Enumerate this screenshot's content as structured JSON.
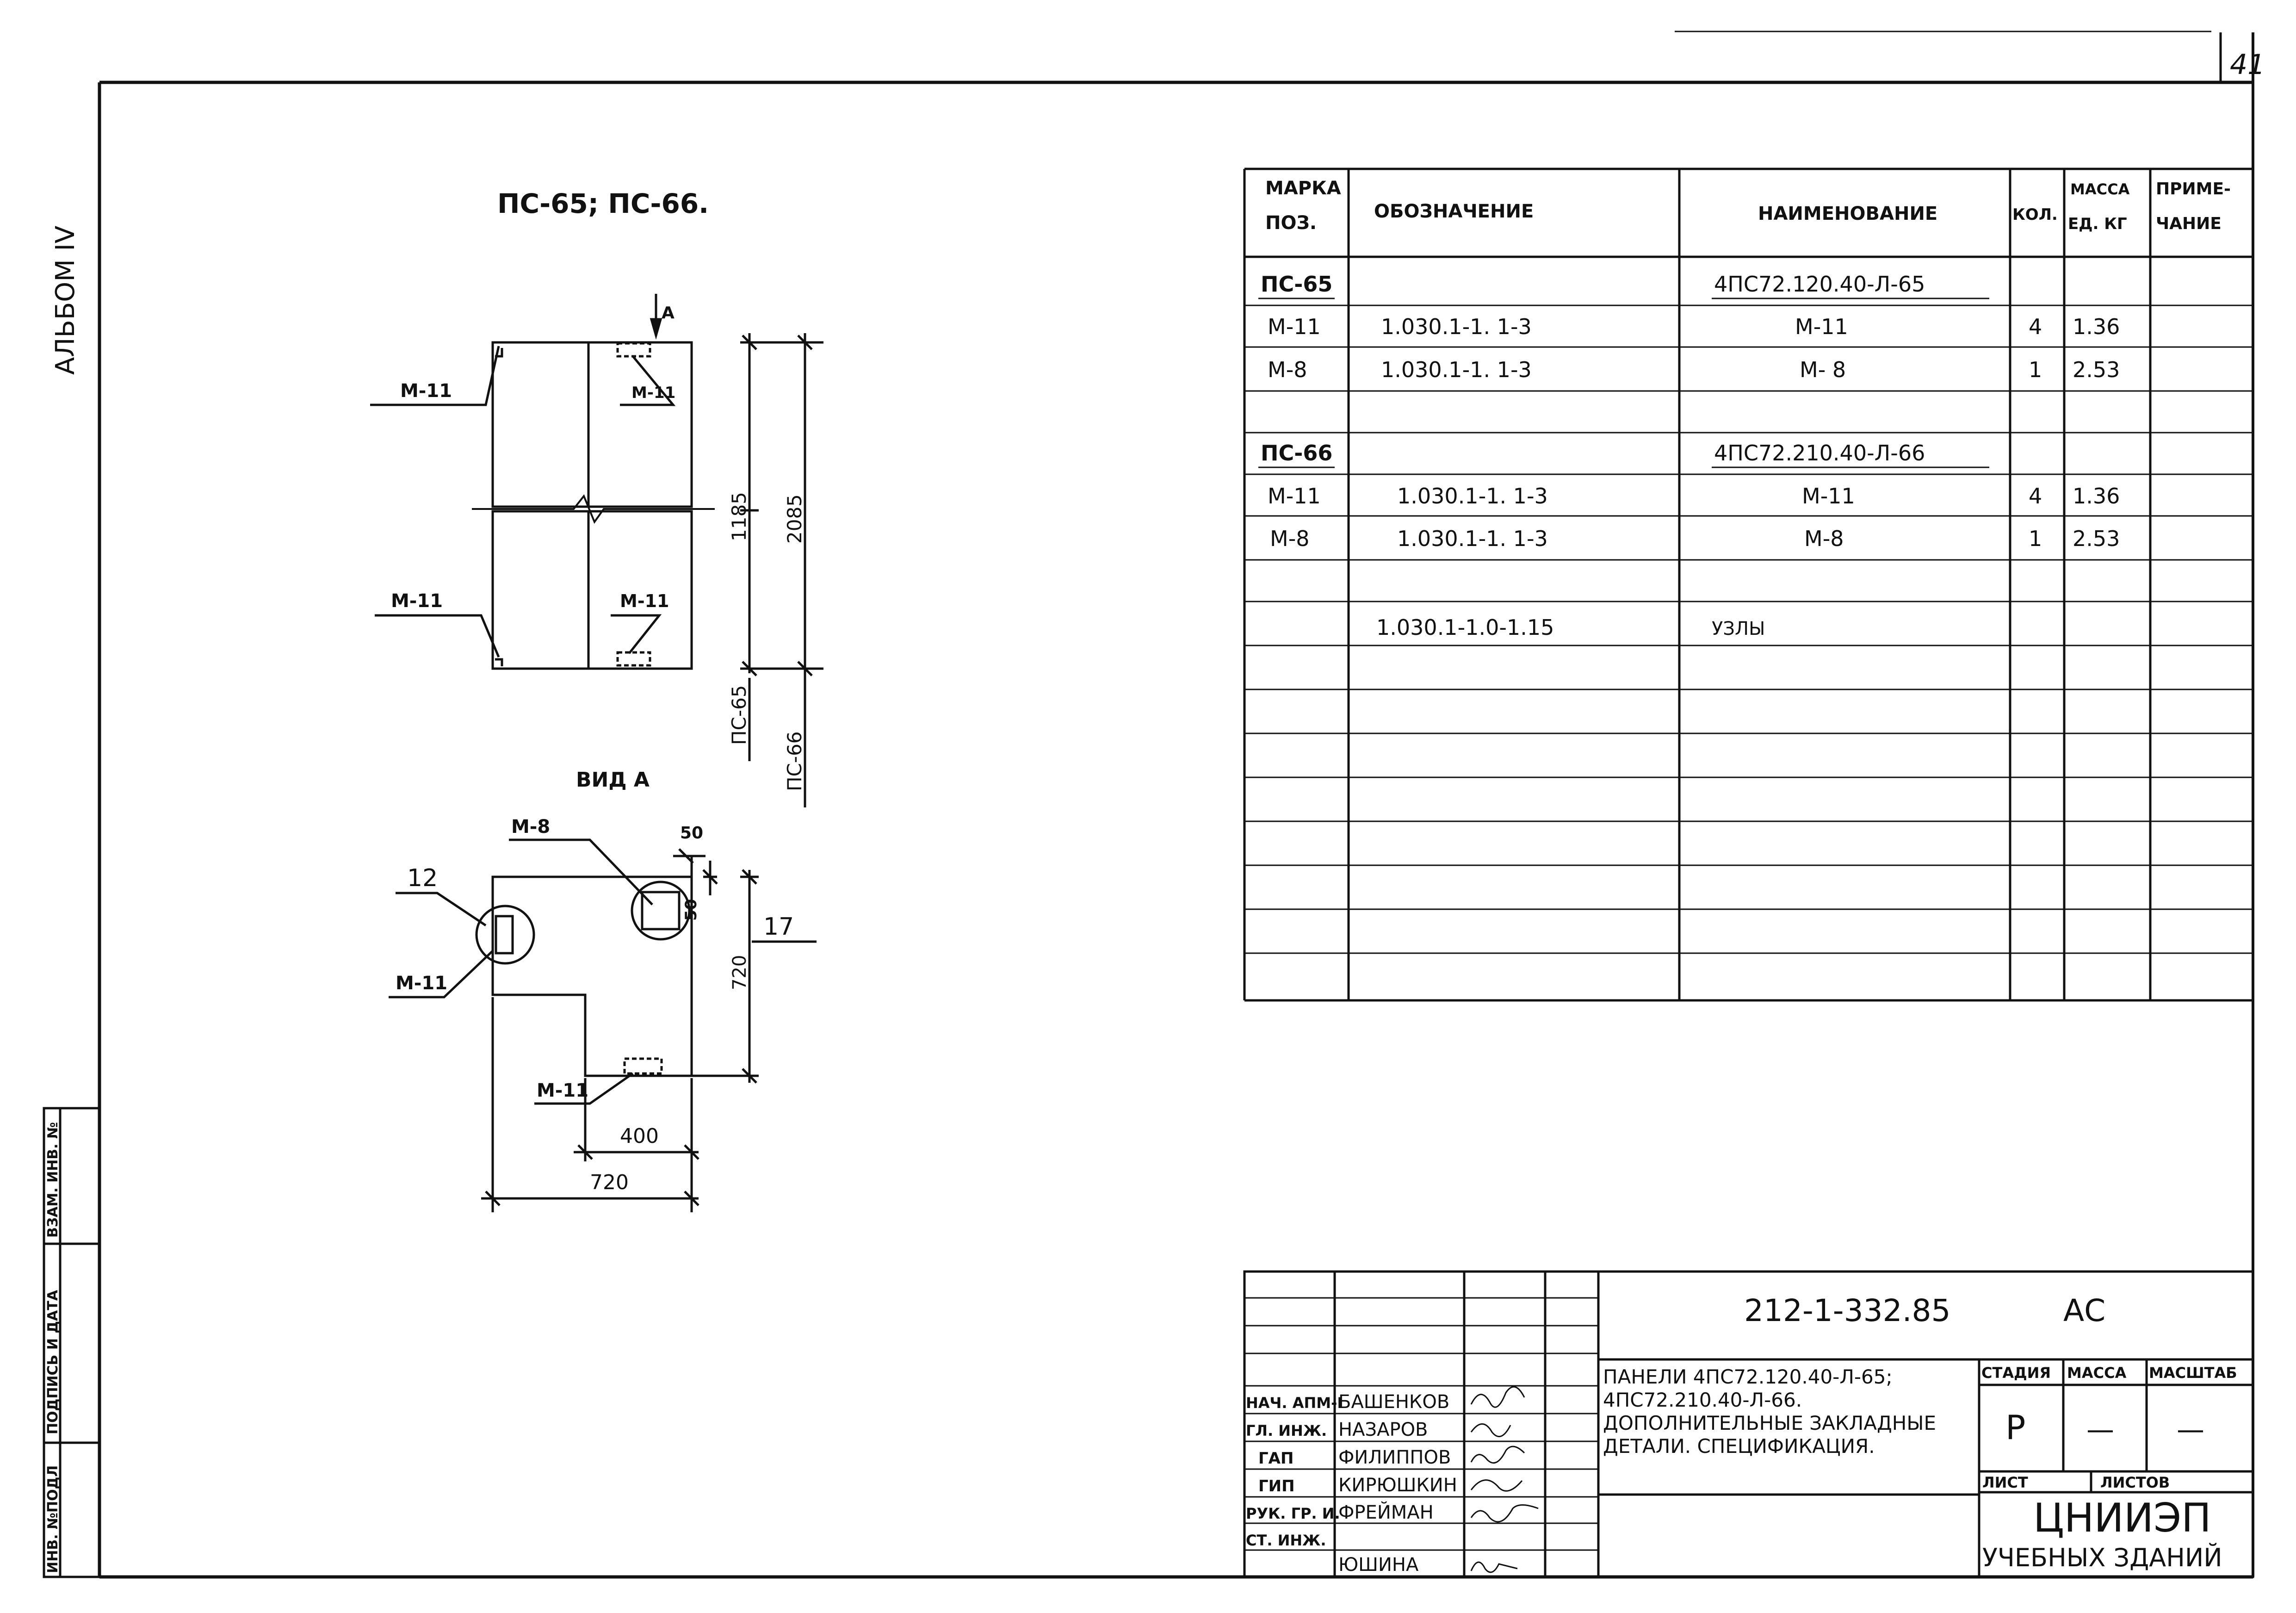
{
  "sheet_number": "41",
  "album_label": "АЛЬБОМ IV",
  "drawing": {
    "title": "ПС-65; ПС-66.",
    "view_title": "ВИД А",
    "labels": {
      "m11_top_left": "М-11",
      "m11_top_right": "М-11",
      "m11_bot_left": "М-11",
      "m11_bot_right": "М-11",
      "view_m8": "М-8",
      "view_m11_left": "М-11",
      "view_m11_bottom": "М-11",
      "view_12": "12",
      "view_17": "17",
      "arrow_a": "А"
    },
    "dimensions": {
      "d1185": "1185",
      "d2085": "2085",
      "pc65": "ПС-65",
      "pc66": "ПС-66",
      "d50_top": "50",
      "d50_side": "50",
      "d720_v": "720",
      "d400": "400",
      "d720_h": "720"
    }
  },
  "spec": {
    "headers": {
      "mark": "МАРКА",
      "mark2": "ПОЗ.",
      "designation": "ОБОЗНАЧЕНИЕ",
      "name": "НАИМЕНОВАНИЕ",
      "qty": "КОЛ.",
      "mass": "МАССА",
      "mass2": "ЕД. КГ",
      "note": "ПРИМЕ-",
      "note2": "ЧАНИЕ"
    },
    "rows": [
      {
        "mark": "ПС-65",
        "designation": "",
        "name": "4ПС72.120.40-Л-65",
        "qty": "",
        "mass": "",
        "note": ""
      },
      {
        "mark": "М-11",
        "designation": "1.030.1-1. 1-3",
        "name": "М-11",
        "qty": "4",
        "mass": "1.36",
        "note": ""
      },
      {
        "mark": "М-8",
        "designation": "1.030.1-1. 1-3",
        "name": "М- 8",
        "qty": "1",
        "mass": "2.53",
        "note": ""
      },
      {
        "mark": "",
        "designation": "",
        "name": "",
        "qty": "",
        "mass": "",
        "note": ""
      },
      {
        "mark": "ПС-66",
        "designation": "",
        "name": "4ПС72.210.40-Л-66",
        "qty": "",
        "mass": "",
        "note": ""
      },
      {
        "mark": "М-11",
        "designation": "1.030.1-1. 1-3",
        "name": "М-11",
        "qty": "4",
        "mass": "1.36",
        "note": ""
      },
      {
        "mark": "М-8",
        "designation": "1.030.1-1. 1-3",
        "name": "М-8",
        "qty": "1",
        "mass": "2.53",
        "note": ""
      },
      {
        "mark": "",
        "designation": "",
        "name": "",
        "qty": "",
        "mass": "",
        "note": ""
      },
      {
        "mark": "",
        "designation": "1.030.1-1.0-1.15",
        "name": "УЗЛЫ",
        "qty": "",
        "mass": "",
        "note": ""
      }
    ]
  },
  "title_block": {
    "code": "212-1-332.85",
    "sheet_type": "АС",
    "description": [
      "ПАНЕЛИ 4ПС72.120.40-Л-65;",
      "4ПС72.210.40-Л-66.",
      "ДОПОЛНИТЕЛЬНЫЕ ЗАКЛАДНЫЕ",
      "ДЕТАЛИ. СПЕЦИФИКАЦИЯ."
    ],
    "stage_label": "СТАДИЯ",
    "mass_label": "МАССА",
    "scale_label": "МАСШТАБ",
    "stage_value": "Р",
    "mass_value": "—",
    "scale_value": "—",
    "sheet_label": "ЛИСТ",
    "sheets_label": "ЛИСТОВ",
    "org": "ЦНИИЭП",
    "org2": "УЧЕБНЫХ ЗДАНИЙ",
    "people": [
      {
        "role": "НАЧ. АПМ-I",
        "name": "БАШЕНКОВ"
      },
      {
        "role": "ГЛ. ИНЖ.",
        "name": "НАЗАРОВ"
      },
      {
        "role": "ГАП",
        "name": "ФИЛИППОВ"
      },
      {
        "role": "ГИП",
        "name": "КИРЮШКИН"
      },
      {
        "role": "РУК. ГР. И.",
        "name": "ФРЕЙМАН"
      },
      {
        "role": "СТ. ИНЖ.",
        "name": "ЮШИНА"
      }
    ]
  },
  "side_stamp": {
    "inv": "ИНВ. №ПОДЛ",
    "sign": "ПОДПИСЬ И ДАТА",
    "vzam": "ВЗАМ. ИНВ. №"
  }
}
